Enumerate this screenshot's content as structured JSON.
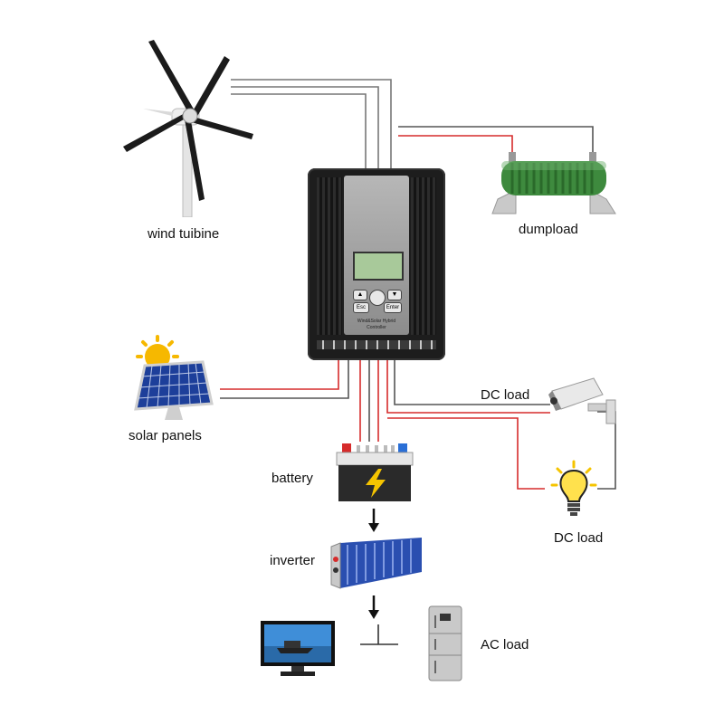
{
  "labels": {
    "wind_turbine": "wind tuibine",
    "dump_load": "dumpload",
    "solar_panels": "solar panels",
    "battery": "battery",
    "inverter": "inverter",
    "dc_load_camera": "DC load",
    "dc_load_bulb": "DC load",
    "ac_load": "AC load"
  },
  "controller": {
    "name_line1": "Wind&Solar Hybrid",
    "name_line2": "Controller",
    "btn_esc": "Esc",
    "btn_enter": "Enter"
  },
  "colors": {
    "wire_positive": "#d62b2b",
    "wire_negative": "#555555",
    "controller_body": "#1d1d1d",
    "dumpload_coil": "#3e8a3e",
    "battery_bolt": "#f5c400",
    "inverter_body": "#2a4fb0"
  }
}
